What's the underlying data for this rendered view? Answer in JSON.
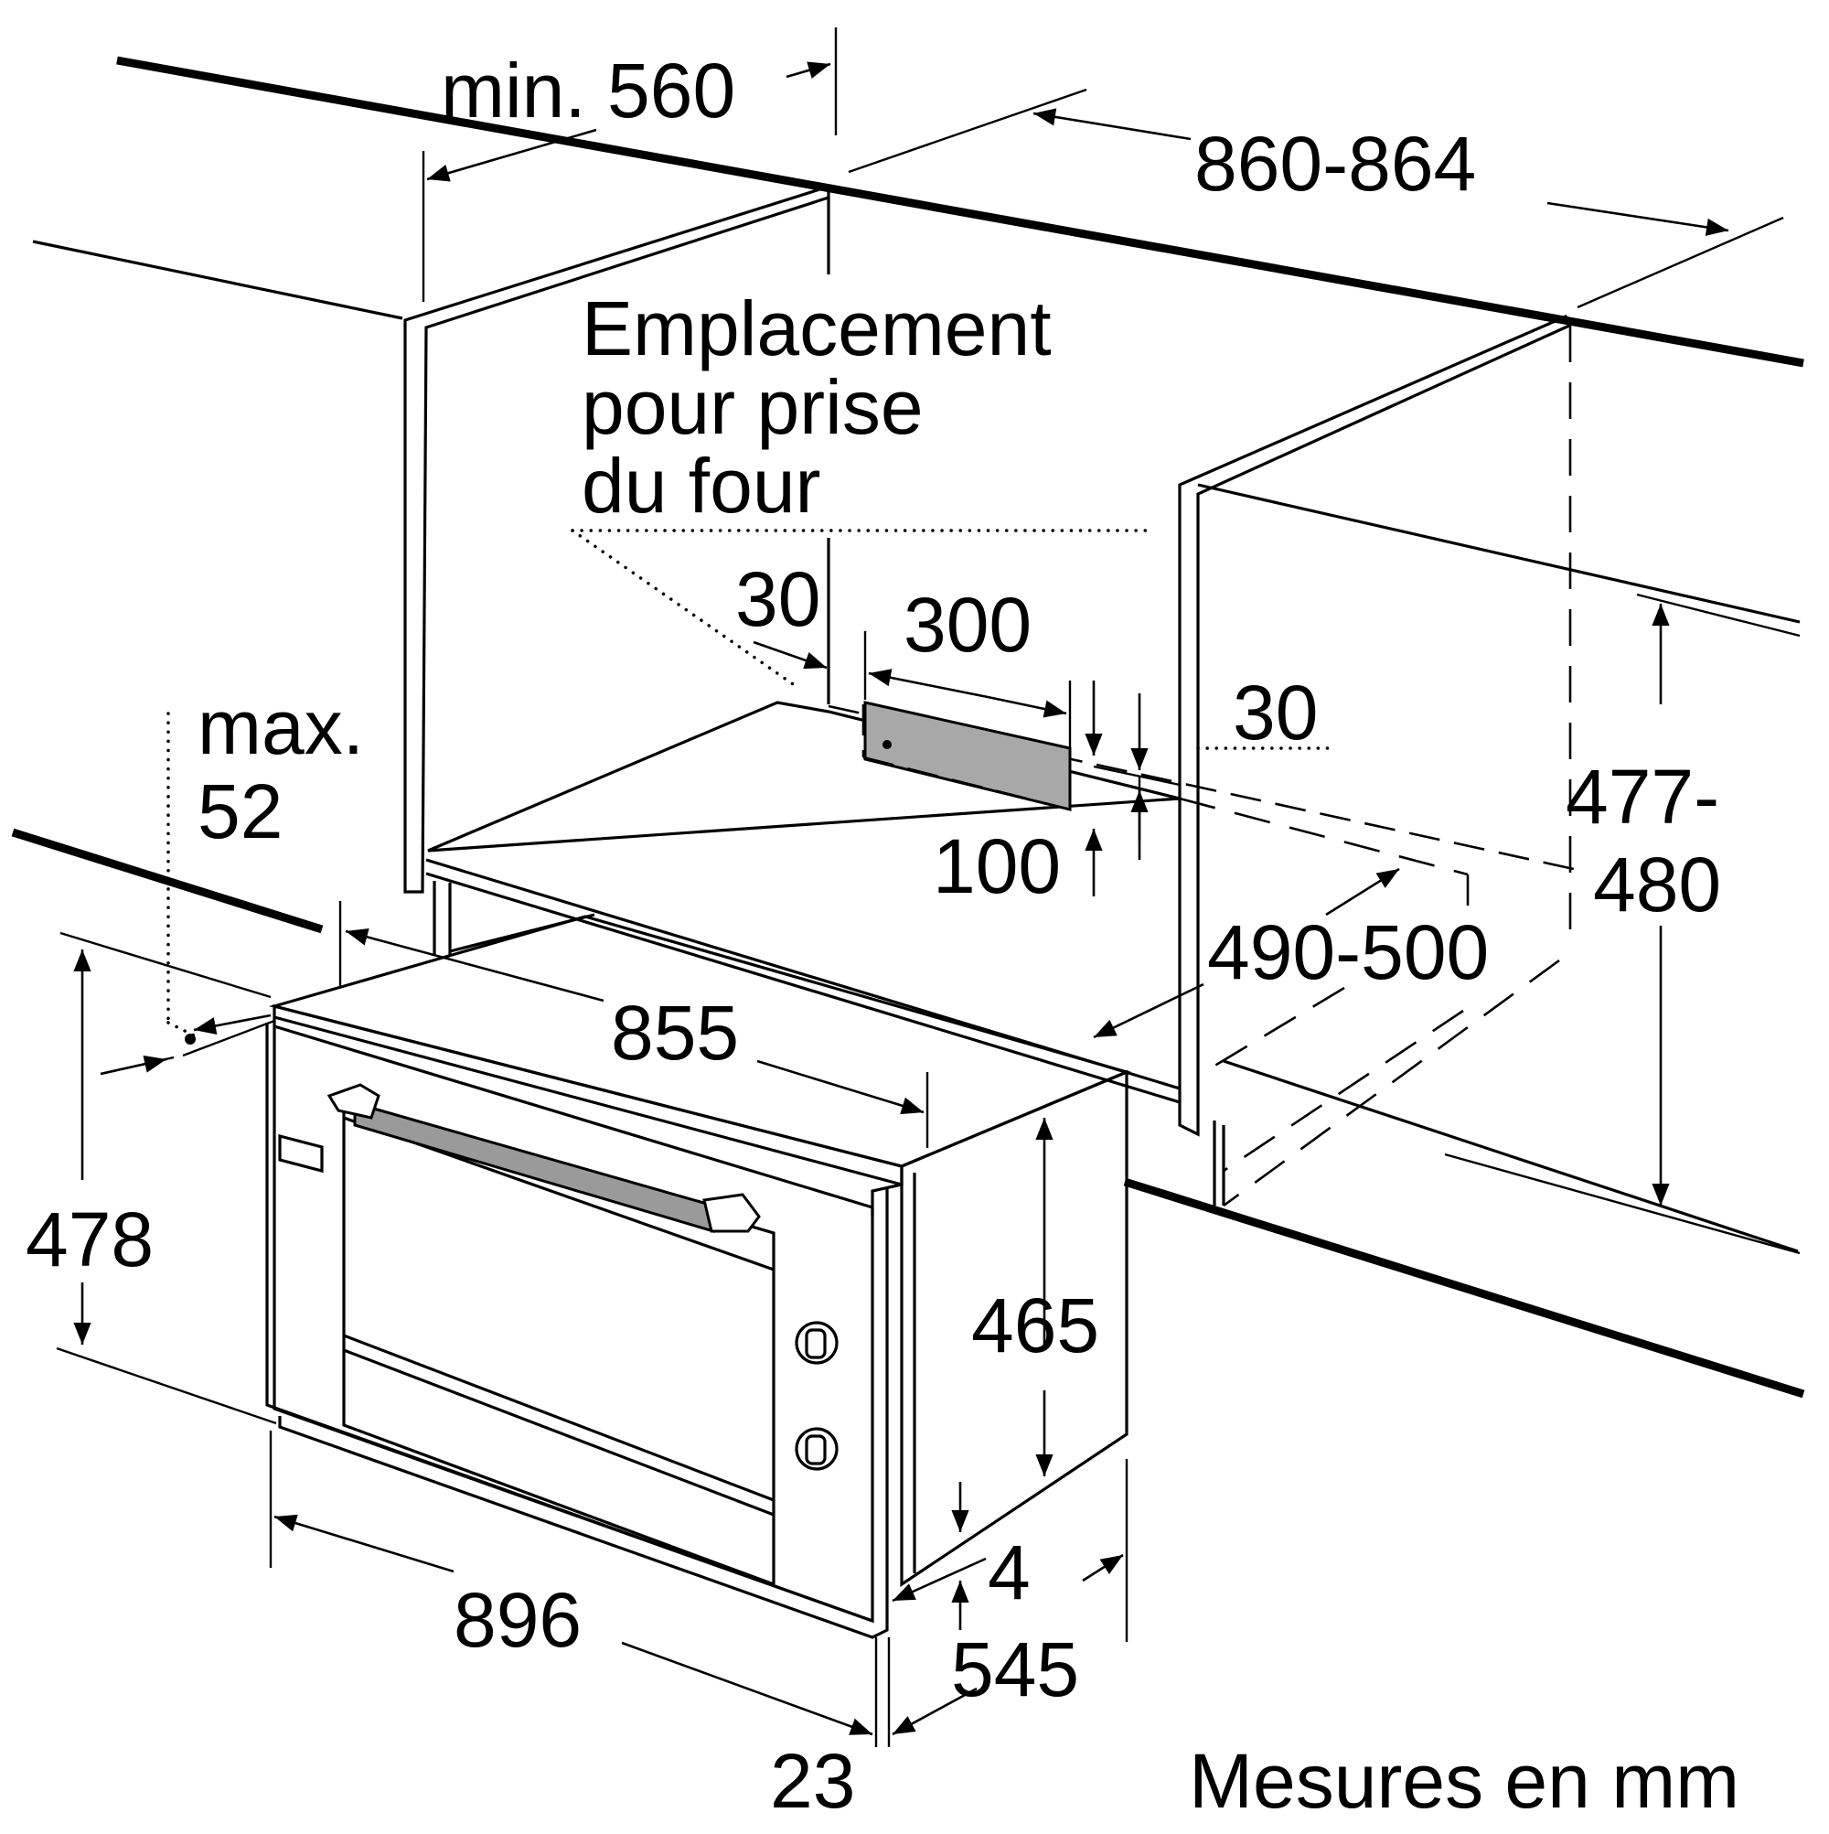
{
  "labels": {
    "min_560": "min. 560",
    "range_860_864": "860-864",
    "emplacement_line1": "Emplacement",
    "emplacement_line2": "pour prise",
    "emplacement_line3": "du four",
    "d30_left": "30",
    "d300": "300",
    "d30_right": "30",
    "d100": "100",
    "max_line1": "max.",
    "max_line2": "52",
    "range_477_line1": "477-",
    "range_477_line2": "480",
    "range_490_500": "490-500",
    "d855": "855",
    "d478": "478",
    "d465": "465",
    "d4": "4",
    "d896": "896",
    "d545": "545",
    "d23": "23",
    "units": "Mesures en mm"
  },
  "colors": {
    "line": "#000000",
    "handle": "#9a9a9a",
    "socket_zone": "#a8a8a8",
    "socket_shadow": "#d4d4d4",
    "background": "#ffffff"
  }
}
